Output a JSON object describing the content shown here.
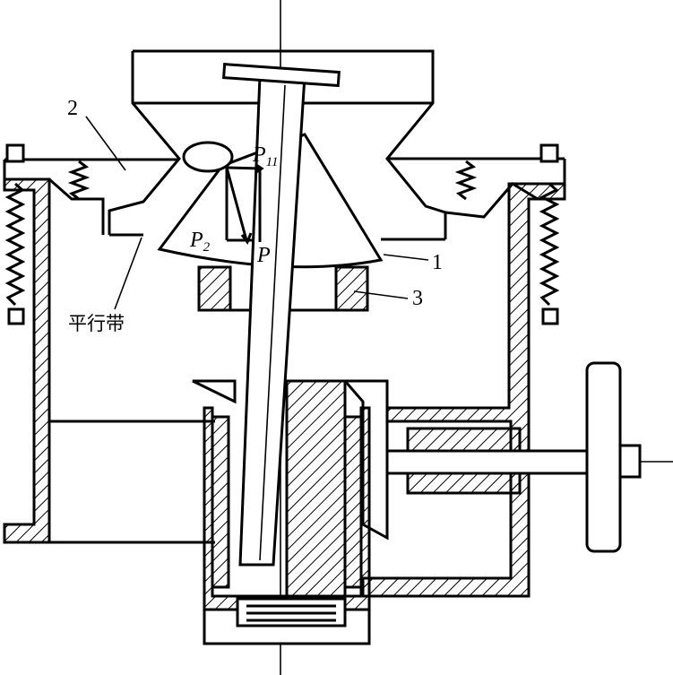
{
  "labels": {
    "part_1": "1",
    "part_2": "2",
    "part_3": "3",
    "p11_main": "P",
    "p11_sub": "11",
    "p2_main": "P",
    "p2_sub": "2",
    "p_main": "P",
    "parallel_band": "平行带"
  }
}
